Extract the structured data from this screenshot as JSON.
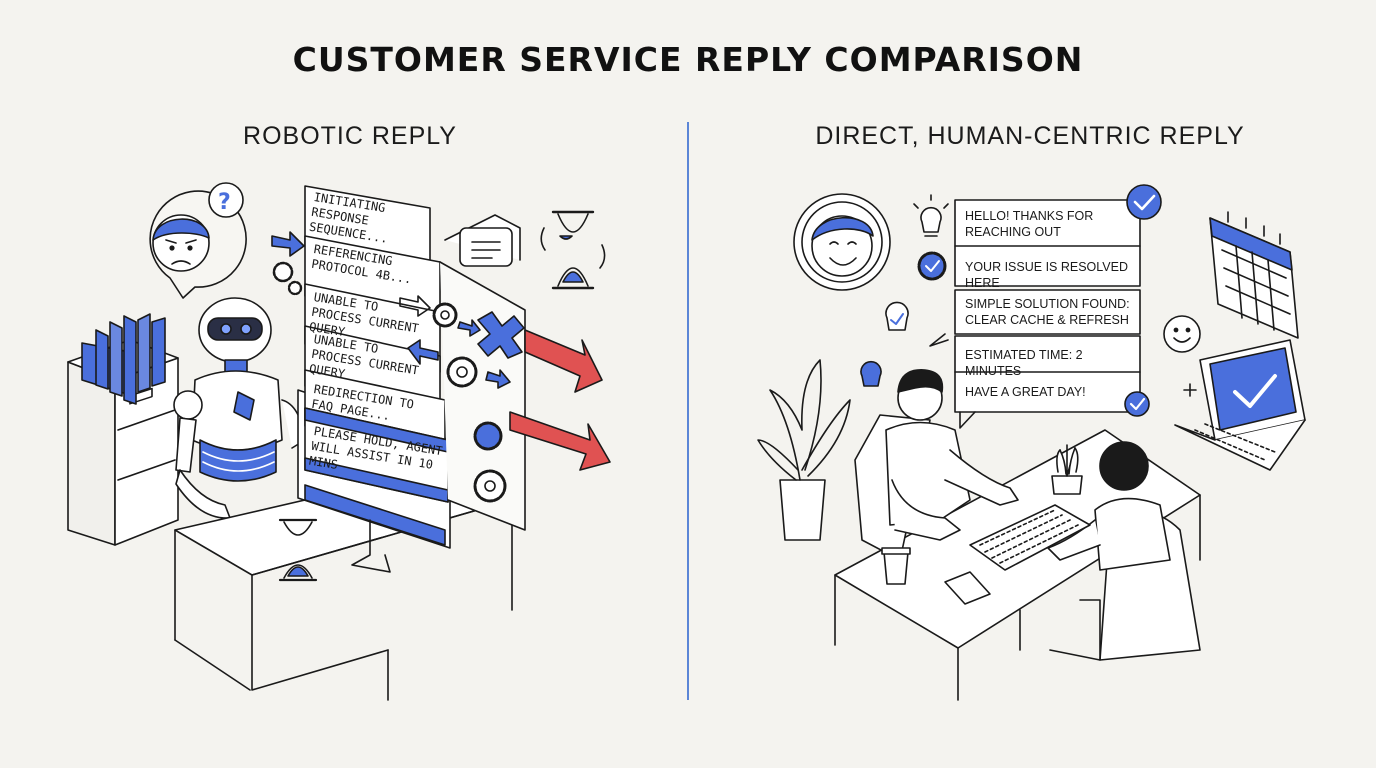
{
  "header": {
    "title": "CUSTOMER SERVICE REPLY COMPARISON"
  },
  "left_panel": {
    "heading": "ROBOTIC REPLY",
    "messages": [
      "INITIATING RESPONSE SEQUENCE...",
      "REFERENCING PROTOCOL 4B...",
      "UNABLE TO PROCESS CURRENT QUERY",
      "UNABLE TO PROCESS CURRENT QUERY",
      "REDIRECTION TO FAQ PAGE...",
      "PLEASE HOLD, AGENT WILL ASSIST IN 10 MINS"
    ]
  },
  "right_panel": {
    "heading": "DIRECT, HUMAN-CENTRIC REPLY",
    "messages": [
      "HELLO! THANKS FOR REACHING OUT",
      "YOUR ISSUE IS RESOLVED HERE",
      "SIMPLE SOLUTION FOUND: CLEAR CACHE & REFRESH",
      "ESTIMATED TIME: 2 MINUTES",
      "HAVE A GREAT DAY!"
    ]
  },
  "colors": {
    "accent": "#4a6fdc",
    "warning": "#e05252",
    "ink": "#1a1a1a",
    "background": "#f4f3ef"
  }
}
